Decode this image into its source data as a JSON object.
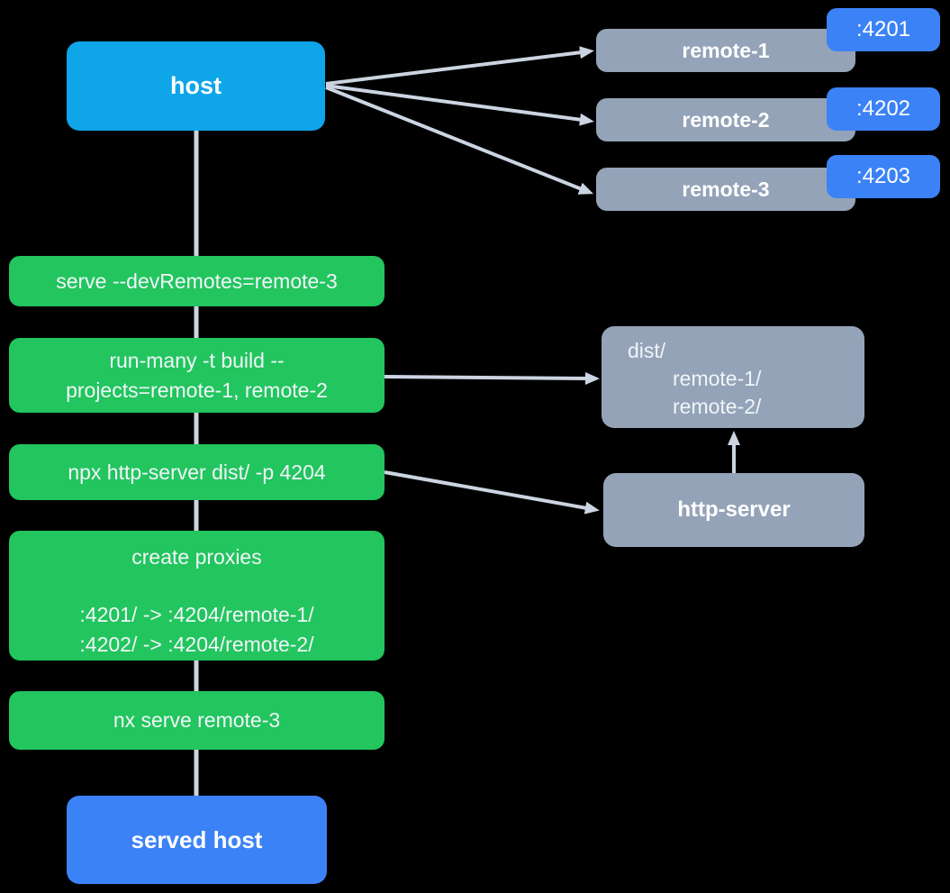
{
  "colors": {
    "background": "#000000",
    "host": "#0ea5e9",
    "step": "#22c55e",
    "node": "#94a3b8",
    "badge": "#3b82f6",
    "served": "#3b82f6",
    "connector": "#cbd5e1"
  },
  "host": {
    "label": "host"
  },
  "remotes": [
    {
      "name": "remote-1",
      "port": ":4201"
    },
    {
      "name": "remote-2",
      "port": ":4202"
    },
    {
      "name": "remote-3",
      "port": ":4203"
    }
  ],
  "steps": [
    {
      "lines": [
        "serve --devRemotes=remote-3"
      ]
    },
    {
      "lines": [
        "run-many -t build --",
        "projects=remote-1, remote-2"
      ]
    },
    {
      "lines": [
        "npx http-server dist/ -p 4204"
      ]
    },
    {
      "title": "create proxies",
      "lines": [
        ":4201/ -> :4204/remote-1/",
        ":4202/ -> :4204/remote-2/"
      ]
    },
    {
      "lines": [
        "nx serve remote-3"
      ]
    }
  ],
  "dist": {
    "lines": [
      "dist/",
      "remote-1/",
      "remote-2/"
    ]
  },
  "http_server": {
    "label": "http-server"
  },
  "served_host": {
    "label": "served host"
  }
}
